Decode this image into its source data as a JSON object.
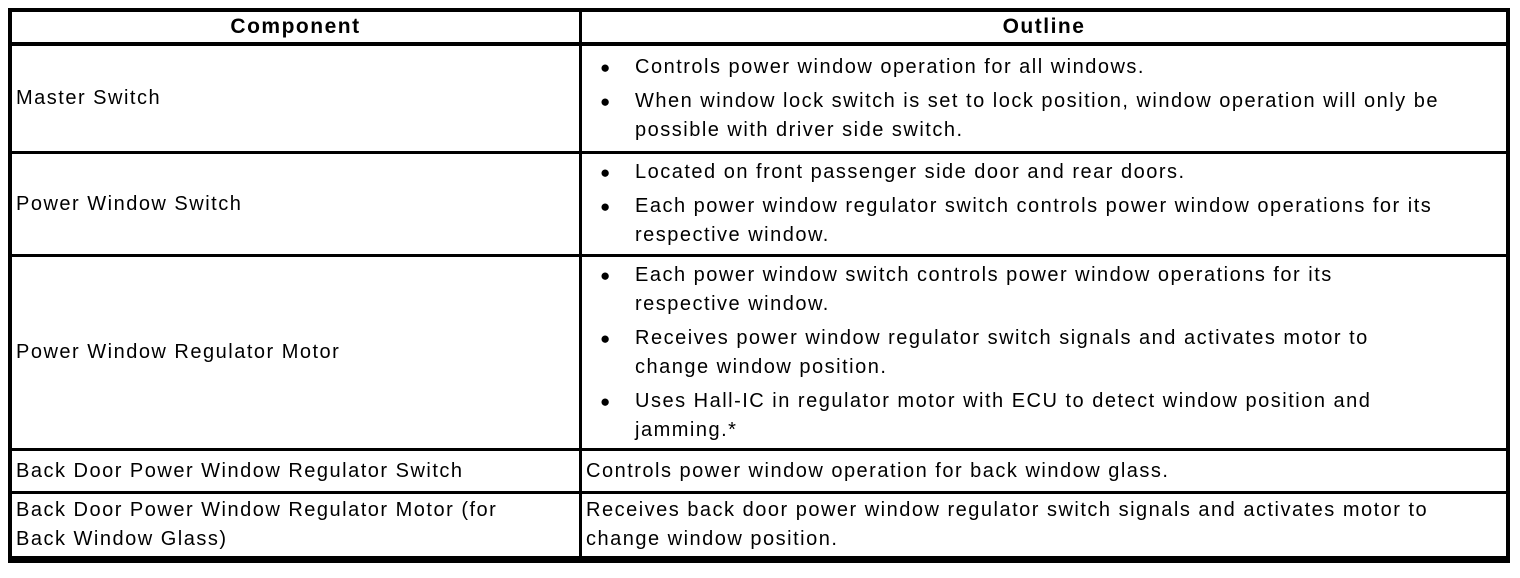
{
  "icons": {
    "bullet": "●"
  },
  "table": {
    "headers": {
      "component": "Component",
      "outline": "Outline"
    },
    "rows": [
      {
        "component": "Master Switch",
        "bullets": [
          {
            "lines": [
              "Controls power window operation for all windows."
            ]
          },
          {
            "lines": [
              "When window lock switch is set to lock position, window operation will only be",
              "possible with driver side switch."
            ]
          }
        ]
      },
      {
        "component": "Power Window Switch",
        "bullets": [
          {
            "lines": [
              "Located on front passenger side door and rear doors."
            ]
          },
          {
            "lines": [
              "Each power window regulator switch controls power window operations for its",
              "respective window."
            ]
          }
        ]
      },
      {
        "component": "Power Window Regulator Motor",
        "bullets": [
          {
            "lines": [
              "Each power window switch controls power window operations for its",
              "respective window."
            ]
          },
          {
            "lines": [
              "Receives power window regulator switch signals and activates motor to",
              "change window position."
            ]
          },
          {
            "lines": [
              "Uses Hall-IC in regulator motor with ECU to detect window position and",
              "jamming.*"
            ]
          }
        ]
      },
      {
        "component": "Back Door Power Window Regulator Switch",
        "outline_lines": [
          "Controls power window operation for back window glass."
        ]
      },
      {
        "component": "Back Door Power Window Regulator Motor (for Back Window Glass)",
        "outline_lines": [
          "Receives back door power window regulator switch signals and activates motor to",
          "change window position."
        ]
      }
    ]
  }
}
